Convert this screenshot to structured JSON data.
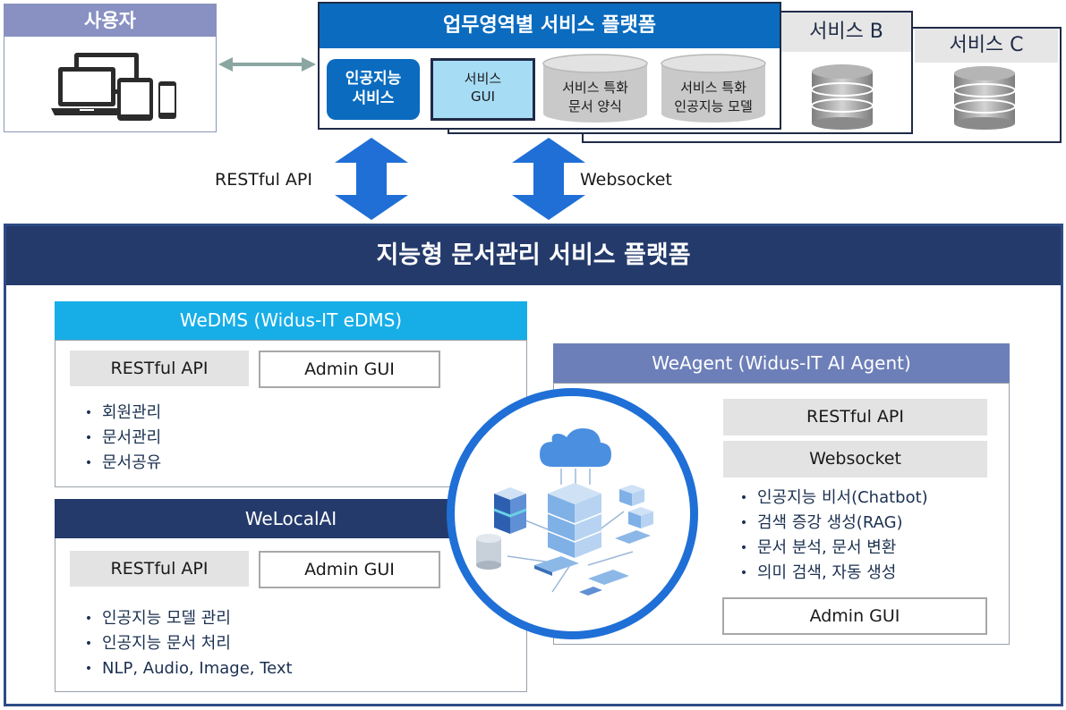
{
  "user": {
    "title": "사용자",
    "devices_icon": "devices-icon"
  },
  "top_platform": {
    "title": "업무영역별 서비스 플랫폼",
    "ai_service": "인공지능\n서비스",
    "gui_service": "서비스\nGUI",
    "doc_format": "서비스 특화\n문서 양식",
    "ai_model": "서비스 특화\n인공지능 모델",
    "service_b": "서비스 B",
    "service_c": "서비스 C"
  },
  "connections": {
    "restful": "RESTful API",
    "websocket": "Websocket"
  },
  "platform": {
    "title": "지능형 문서관리 서비스 플랫폼",
    "wedms": {
      "title": "WeDMS (Widus-IT eDMS)",
      "rest": "RESTful API",
      "admin": "Admin GUI",
      "items": [
        "회원관리",
        "문서관리",
        "문서공유"
      ]
    },
    "welocalai": {
      "title": "WeLocalAI",
      "rest": "RESTful API",
      "admin": "Admin GUI",
      "items": [
        "인공지능 모델 관리",
        "인공지능 문서 처리",
        "NLP, Audio, Image, Text"
      ]
    },
    "weagent": {
      "title": "WeAgent (Widus-IT AI Agent)",
      "rest": "RESTful API",
      "websocket": "Websocket",
      "items": [
        "인공지능 비서(Chatbot)",
        "검색 증강 생성(RAG)",
        "문서 분석, 문서 변환",
        "의미 검색, 자동 생성"
      ],
      "admin": "Admin GUI"
    },
    "illustration": "cloud-server-icon"
  },
  "colors": {
    "blue": "#0a6bbf",
    "navy": "#243a6b",
    "cyan": "#17aee8",
    "slate": "#6d7fb8",
    "lavender": "#8891c2",
    "light_blue": "#a7dcf5",
    "arrow": "#1f6fd6"
  }
}
